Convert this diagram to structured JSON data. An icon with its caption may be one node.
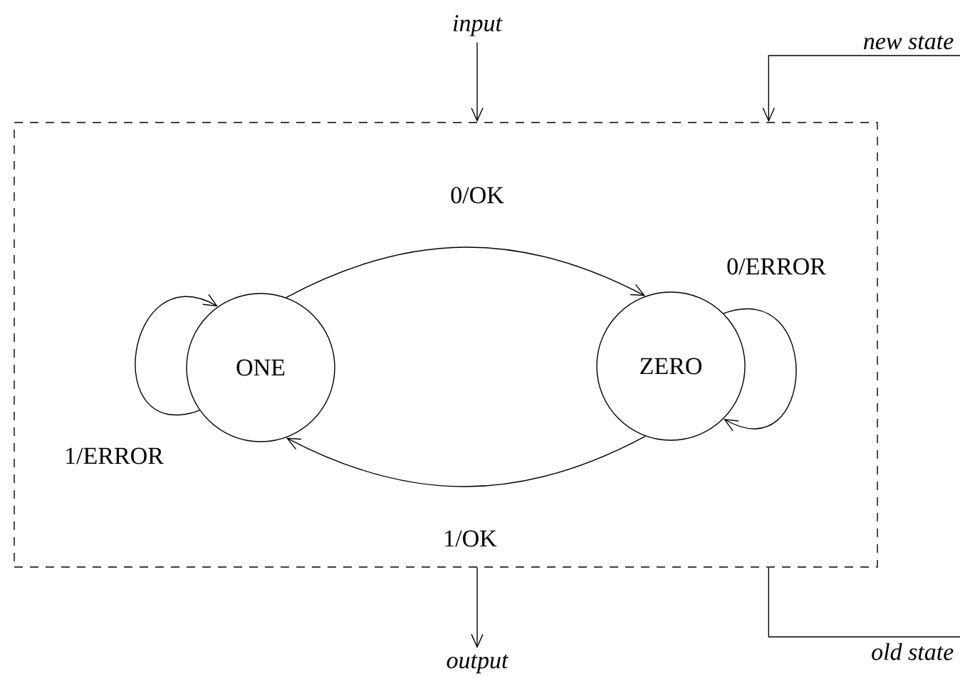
{
  "diagram": {
    "nodes": [
      {
        "text": [],
        "shape": "box"
      },
      {
        "text": [
          "ONE"
        ],
        "in": 0
      },
      {
        "text": [
          "ZERO"
        ],
        "in": 0
      },
      {
        "text": [
          "input"
        ]
      },
      {
        "text": [
          "new state"
        ]
      },
      {
        "text": [
          "output"
        ]
      },
      {
        "text": [
          "old state"
        ]
      }
    ],
    "edges": [
      {
        "from": 1,
        "to": 2,
        "arrow": "to",
        "label": "0/OK"
      },
      {
        "from": 2,
        "to": 2,
        "arrow": "to",
        "label": "0/ERROR"
      },
      {
        "from": 2,
        "to": 1,
        "arrow": "to",
        "label": "1/OK"
      },
      {
        "from": 1,
        "to": 1,
        "arrow": "to",
        "label": "1/ERROR"
      },
      {
        "from": 3,
        "to": 0,
        "arrow": "to"
      },
      {
        "from": 4,
        "to": 0,
        "arrow": "to"
      },
      {
        "from": 0,
        "to": 5,
        "arrow": "to"
      },
      {
        "from": 0,
        "to": 6,
        "arrow": "none"
      }
    ]
  }
}
